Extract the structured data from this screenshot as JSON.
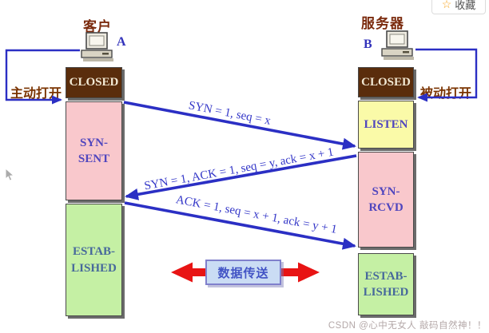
{
  "toolbar": {
    "favorite_label": "收藏",
    "star_icon": "☆"
  },
  "client": {
    "title": "客户",
    "host_label": "A",
    "open_label": "主动打开",
    "states": [
      {
        "label": "CLOSED",
        "color": "#5a2d0c"
      },
      {
        "label": "SYN-\nSENT",
        "color": "#f9c8cc"
      },
      {
        "label": "ESTAB-\nLISHED",
        "color": "#c5f0a4"
      }
    ]
  },
  "server": {
    "title": "服务器",
    "host_label": "B",
    "open_label": "被动打开",
    "states": [
      {
        "label": "CLOSED",
        "color": "#5a2d0c"
      },
      {
        "label": "LISTEN",
        "color": "#fafaa8"
      },
      {
        "label": "SYN-\nRCVD",
        "color": "#f9c8cc"
      },
      {
        "label": "ESTAB-\nLISHED",
        "color": "#c5f0a4"
      }
    ]
  },
  "handshake": {
    "messages": [
      {
        "label": "SYN = 1, seq = x",
        "direction": "client-to-server"
      },
      {
        "label": "SYN = 1, ACK = 1, seq = y, ack = x + 1",
        "direction": "server-to-client"
      },
      {
        "label": "ACK = 1, seq = x + 1, ack = y + 1",
        "direction": "client-to-server"
      }
    ]
  },
  "data_transfer": {
    "label": "数据传送"
  },
  "watermark": "CSDN @心中无女人 敲码自然神！！",
  "colors": {
    "arrow_blue": "#2b2fc4",
    "transfer_red": "#e81414",
    "state_text_purple": "#5046be",
    "state_text_steel": "#47699b",
    "closed_brown": "#5a2d0c",
    "open_label_brown": "#7a3300",
    "host_title_maroon": "#7b2b0e",
    "favorite_star_orange": "#f7a521"
  }
}
